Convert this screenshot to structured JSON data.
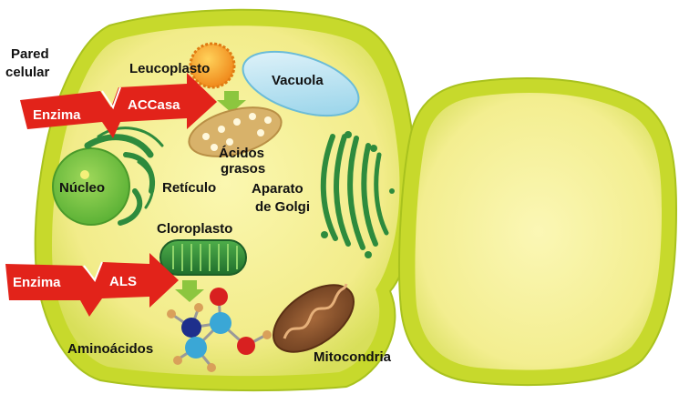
{
  "labels": {
    "cell_wall_line1": "Pared",
    "cell_wall_line2": "celular",
    "leucoplast": "Leucoplasto",
    "vacuole": "Vacuola",
    "fatty_acids_line1": "Ácidos",
    "fatty_acids_line2": "grasos",
    "nucleus": "Núcleo",
    "reticulum": "Retículo",
    "golgi_line1": "Aparato",
    "golgi_line2": "de Golgi",
    "chloroplast": "Cloroplasto",
    "amino_acids": "Aminoácidos",
    "mitochondria": "Mitocondria"
  },
  "arrows": {
    "top": {
      "enzyme": "Enzima",
      "target": "ACCasa"
    },
    "bottom": {
      "enzyme": "Enzima",
      "target": "ALS"
    }
  },
  "colors": {
    "cell_wall": "#c7d92c",
    "cytoplasm": "#f3ee8e",
    "enzyme_arrow": "#e2231a",
    "organelle_green": "#2e8b3d",
    "flow_arrow": "#8cc63f"
  }
}
